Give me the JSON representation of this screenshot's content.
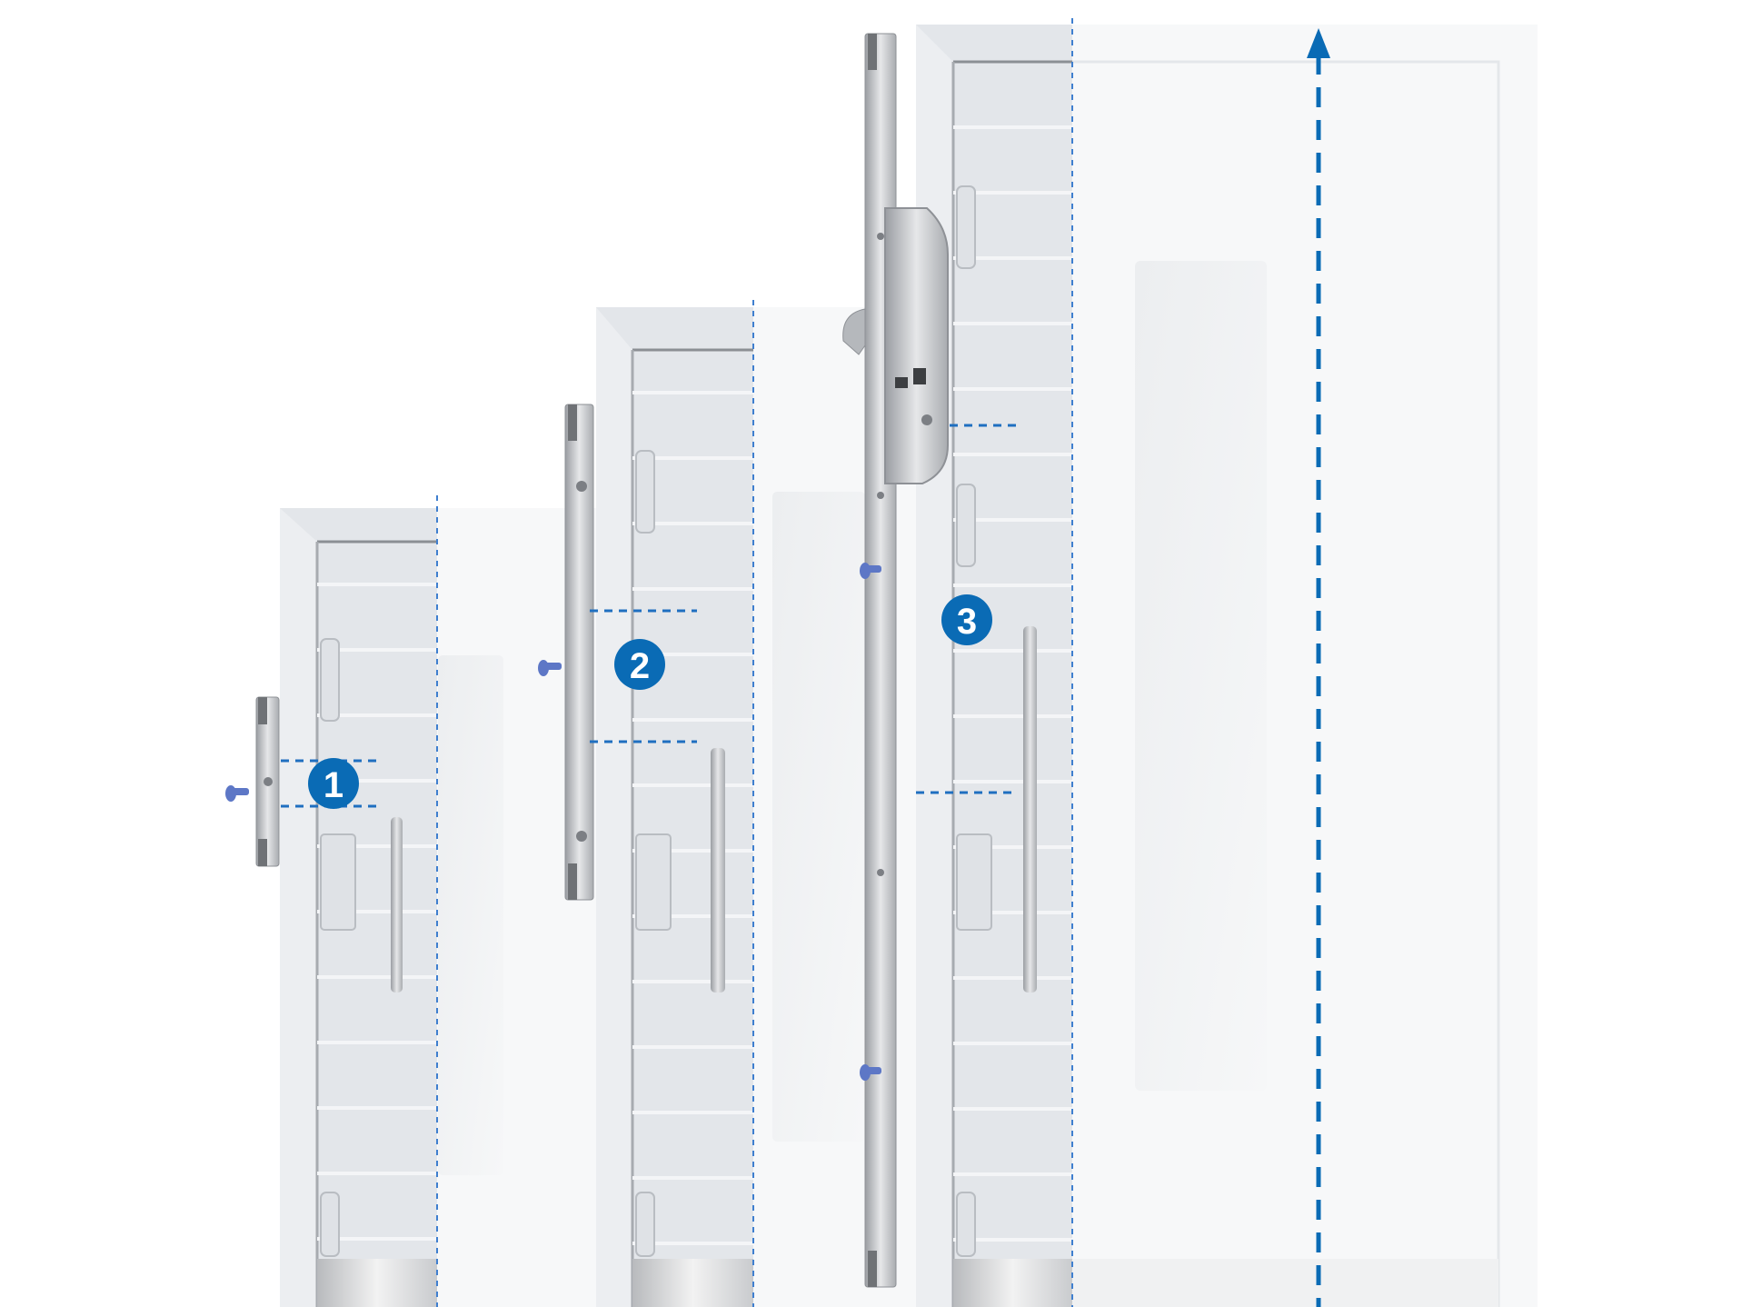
{
  "colors": {
    "accent": "#0a6bb5",
    "dash": "#3f7fcf",
    "door": "#e3e6ea",
    "pin": "#5d77c6"
  },
  "badges": [
    {
      "label": "1"
    },
    {
      "label": "2"
    },
    {
      "label": "3"
    }
  ]
}
